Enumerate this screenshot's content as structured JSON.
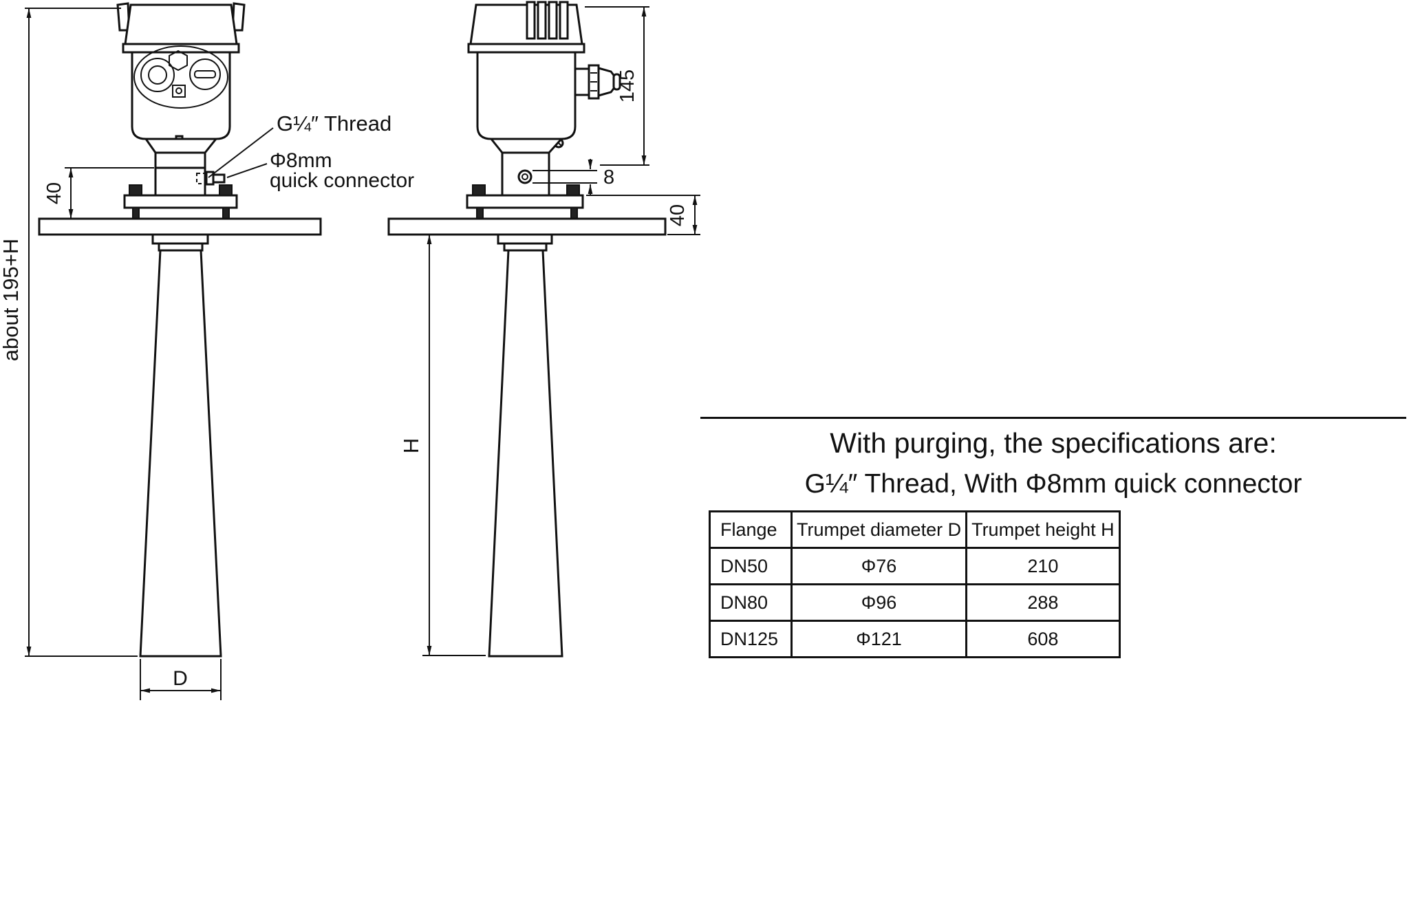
{
  "drawing": {
    "dims": {
      "overall": "about 195+H",
      "left_40": "40",
      "d145": "145",
      "d8": "8",
      "right_40": "40",
      "h": "H",
      "d": "D"
    },
    "callouts": {
      "thread": "G¼″ Thread",
      "connector_line1": "Φ8mm",
      "connector_line2": "quick connector"
    }
  },
  "note": {
    "line1": "With purging, the specifications are:",
    "line2": "G¼″ Thread,  With Φ8mm quick connector"
  },
  "spec_table": {
    "headers": [
      "Flange",
      "Trumpet diameter D",
      "Trumpet height  H"
    ],
    "rows": [
      [
        "DN50",
        "Φ76",
        "210"
      ],
      [
        "DN80",
        "Φ96",
        "288"
      ],
      [
        "DN125",
        "Φ121",
        "608"
      ]
    ]
  }
}
